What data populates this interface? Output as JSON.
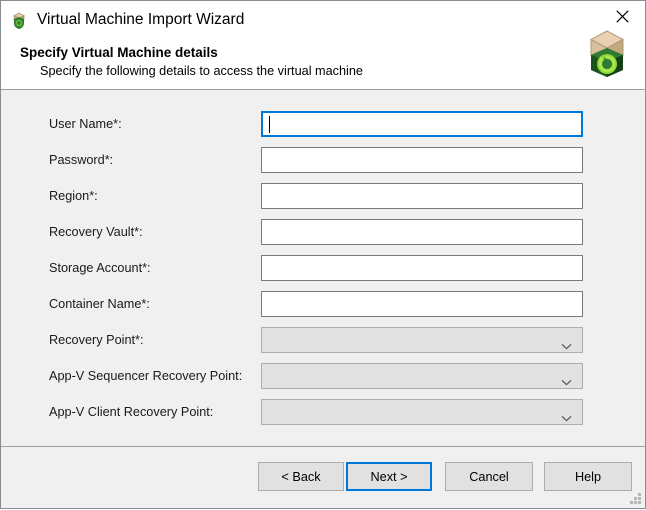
{
  "window": {
    "title": "Virtual Machine Import Wizard",
    "app_icon": "package-shield-icon",
    "close_label": "✕",
    "accent_color": "#0078d7",
    "body_bg": "#f0f0f0",
    "titlebar_bg": "#ffffff"
  },
  "header": {
    "title": "Specify Virtual Machine details",
    "subtitle": "Specify the following details to access the virtual machine",
    "banner_icon": "box-refresh-icon"
  },
  "form": {
    "rows": [
      {
        "label": "User Name*:",
        "type": "text",
        "value": "",
        "placeholder": "",
        "focused": true,
        "disabled": false
      },
      {
        "label": "Password*:",
        "type": "password",
        "value": "",
        "placeholder": "",
        "focused": false,
        "disabled": false
      },
      {
        "label": "Region*:",
        "type": "text",
        "value": "",
        "placeholder": "",
        "focused": false,
        "disabled": false
      },
      {
        "label": "Recovery Vault*:",
        "type": "text",
        "value": "",
        "placeholder": "",
        "focused": false,
        "disabled": false
      },
      {
        "label": "Storage Account*:",
        "type": "text",
        "value": "",
        "placeholder": "",
        "focused": false,
        "disabled": false
      },
      {
        "label": "Container Name*:",
        "type": "text",
        "value": "",
        "placeholder": "",
        "focused": false,
        "disabled": false
      },
      {
        "label": "Recovery Point*:",
        "type": "select",
        "value": "",
        "placeholder": "",
        "focused": false,
        "disabled": true
      },
      {
        "label": "App-V Sequencer Recovery Point:",
        "type": "select",
        "value": "",
        "placeholder": "",
        "focused": false,
        "disabled": true
      },
      {
        "label": "App-V Client Recovery Point:",
        "type": "select",
        "value": "",
        "placeholder": "",
        "focused": false,
        "disabled": true
      }
    ]
  },
  "footer": {
    "back_label": "< Back",
    "next_label": "Next >",
    "cancel_label": "Cancel",
    "help_label": "Help",
    "resize_grip": "resize-grip-icon"
  }
}
